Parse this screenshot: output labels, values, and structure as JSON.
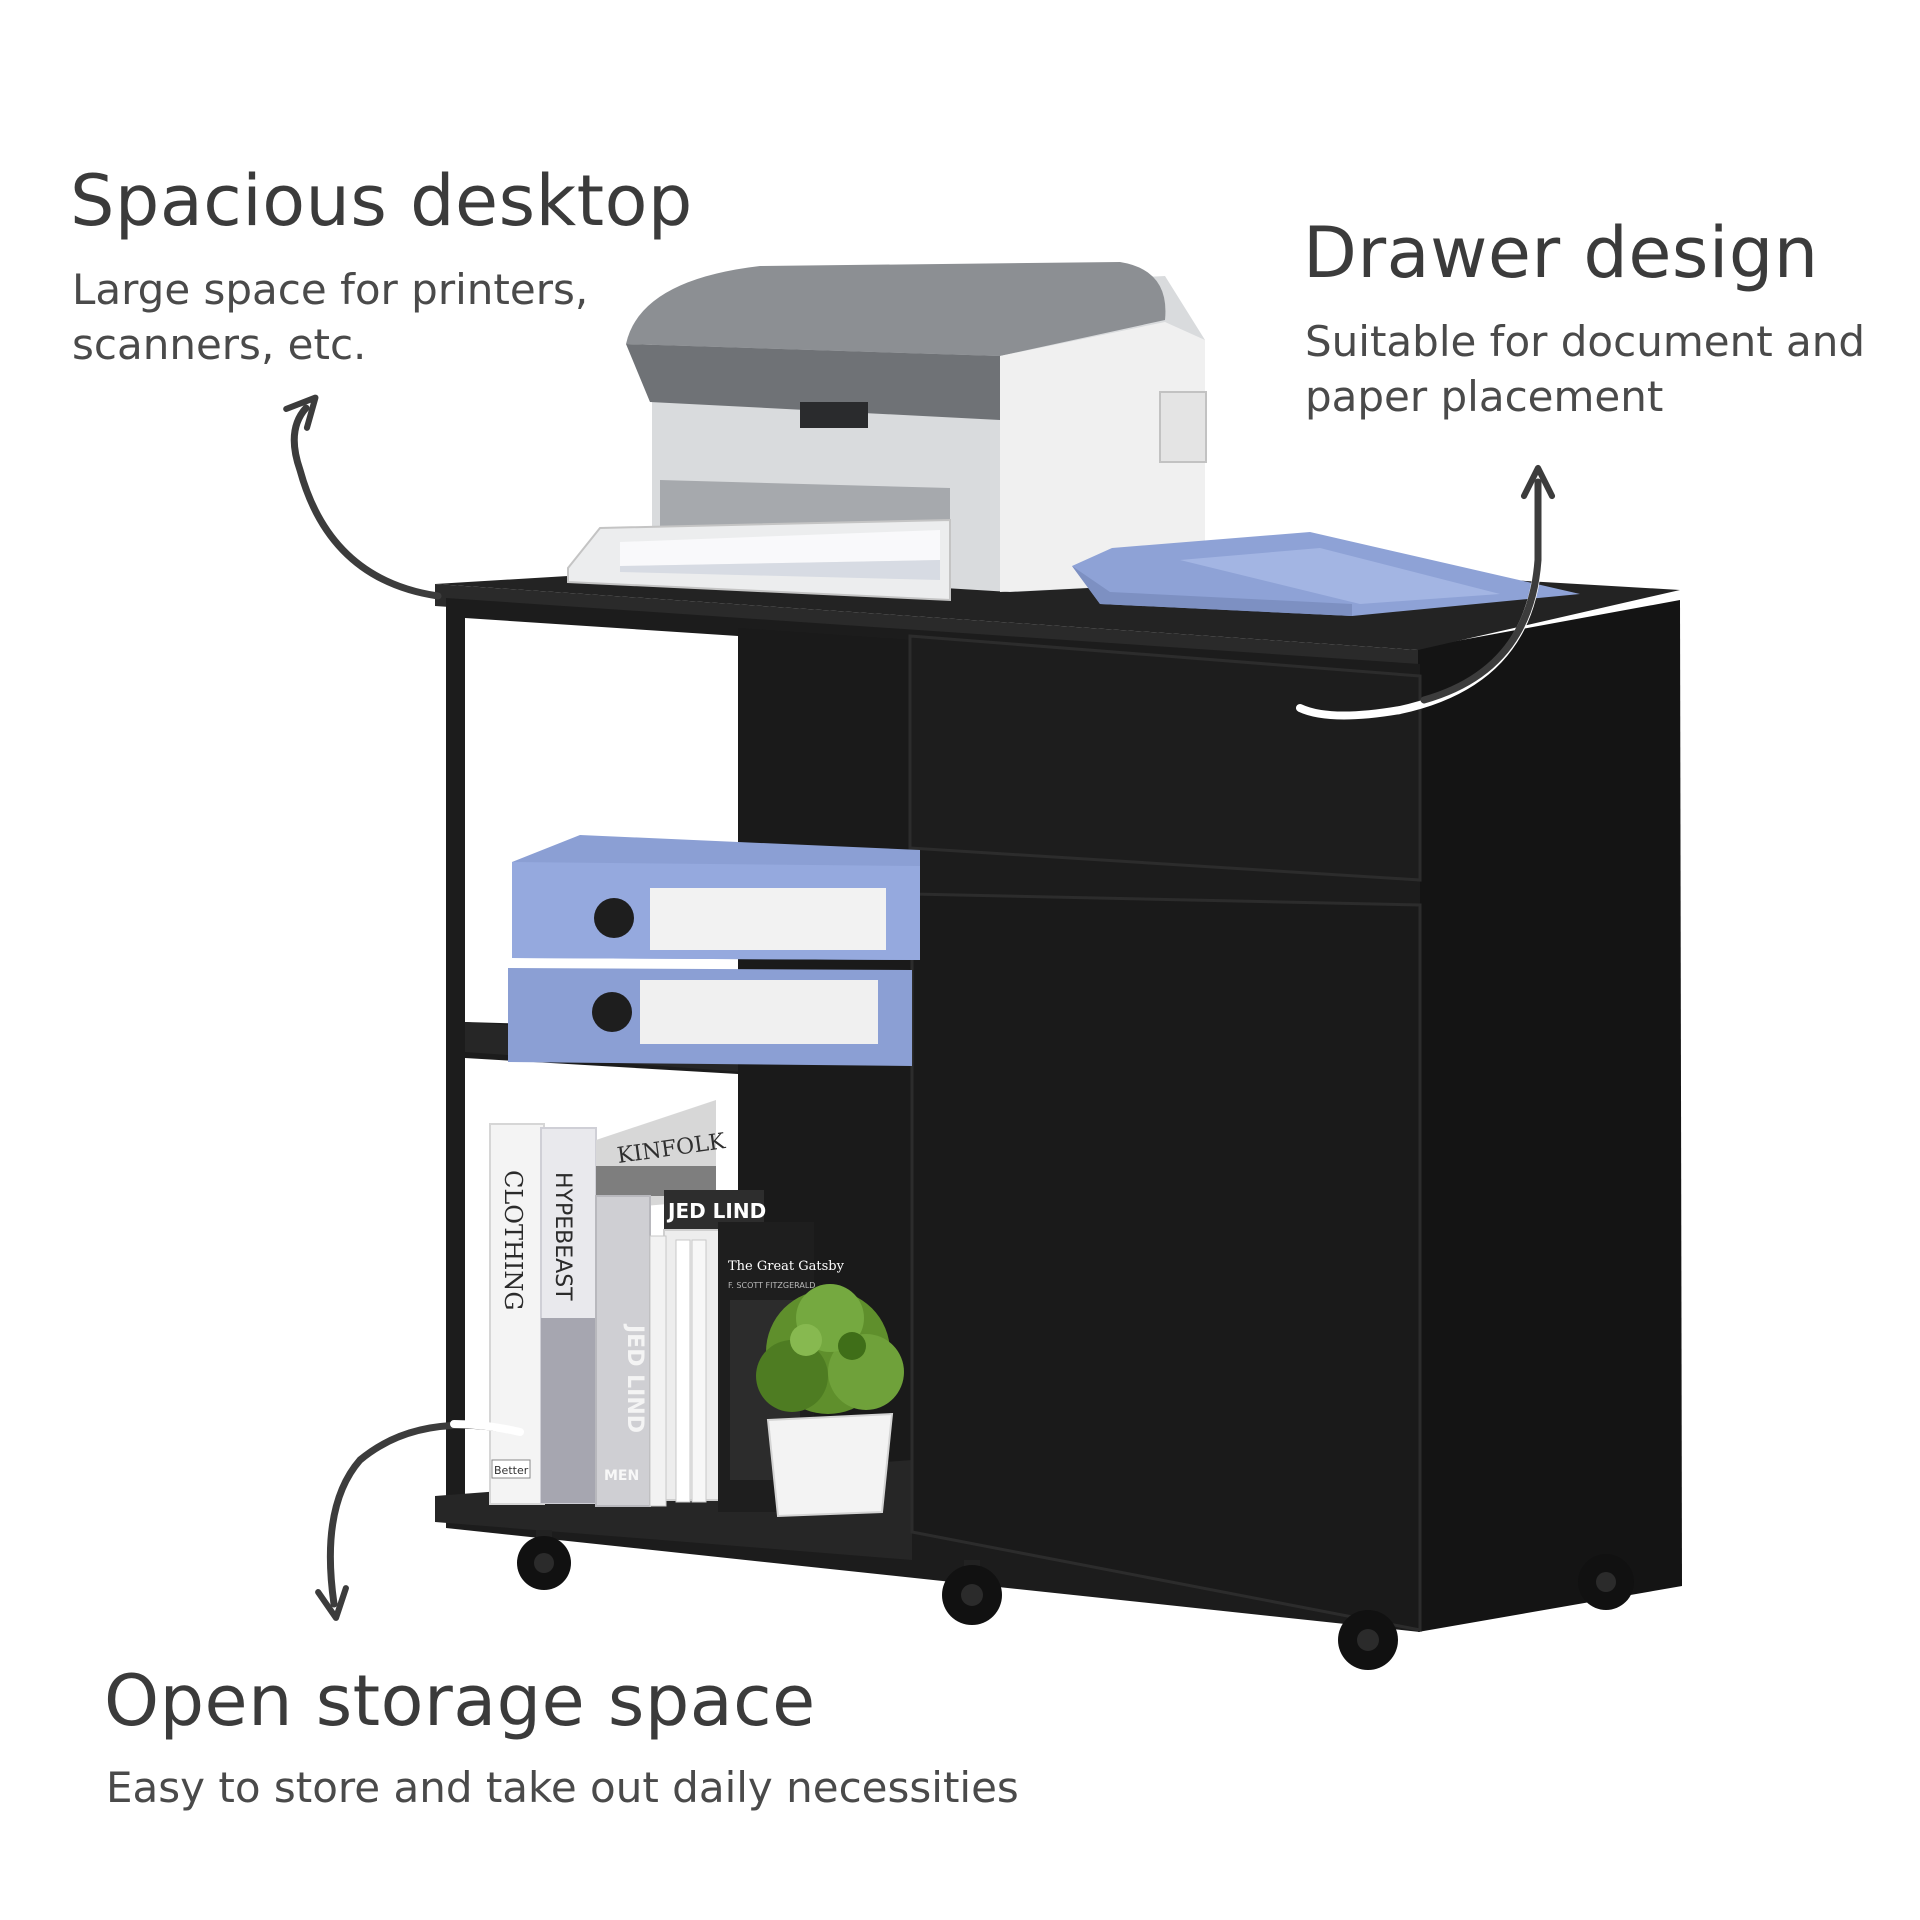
{
  "callouts": {
    "desktop": {
      "title": "Spacious desktop",
      "description": "Large space for printers,\nscanners, etc."
    },
    "drawer": {
      "title": "Drawer design",
      "description": "Suitable for document and\npaper placement"
    },
    "storage": {
      "title": "Open storage space",
      "description": "Easy to store and take out daily necessities"
    }
  },
  "book_spines": {
    "clothing": "CLOTHING",
    "hypebeast": "HYPEBEAST",
    "kinfolk": "KINFOLK",
    "jed_lind_cover": "JED LIND",
    "jed_lind_spine": "JED LIND",
    "better": "Better",
    "gatsby_title": "The Great Gatsby",
    "gatsby_author": "F. SCOTT FITZGERALD",
    "men": "MEN"
  },
  "colors": {
    "cabinet": "#1c1c1c",
    "cabinet_side": "#141414",
    "binder": "#8b9fd4",
    "arrow": "#3c3c3c",
    "plant": "#5f8f2c"
  }
}
